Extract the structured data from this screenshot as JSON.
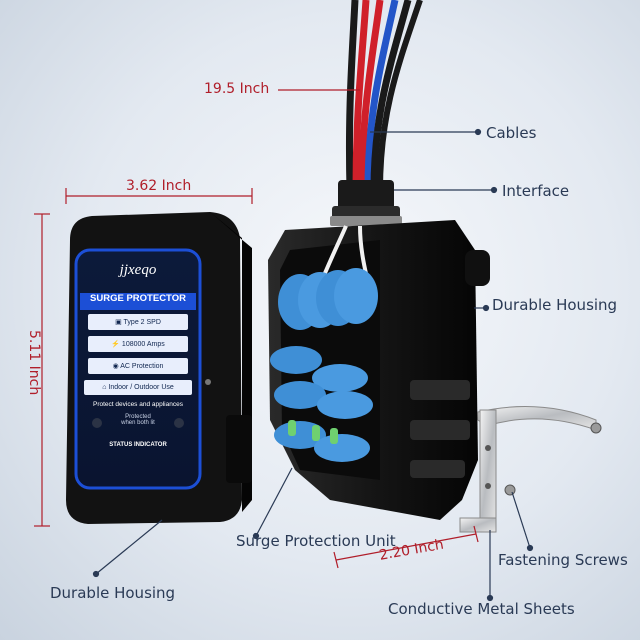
{
  "dimensions": {
    "cable_length": "19.5 Inch",
    "width": "3.62 Inch",
    "height": "5.11 Inch",
    "depth": "2.20 Inch"
  },
  "callouts": {
    "cables": "Cables",
    "interface": "Interface",
    "durable_housing_right": "Durable Housing",
    "durable_housing_left": "Durable Housing",
    "surge_protection_unit": "Surge Protection Unit",
    "fastening_screws": "Fastening Screws",
    "conductive_metal_sheets": "Conductive Metal Sheets"
  },
  "front_panel": {
    "brand": "jjxeqo",
    "title": "SURGE PROTECTOR",
    "features": [
      "Type 2 SPD",
      "108000 Amps",
      "AC Protection",
      "Indoor / Outdoor Use"
    ],
    "protect_text": "Protect devices and appliances",
    "protected_text": "Protected",
    "when_lit_text": "when both lit",
    "status_indicator": "STATUS INDICATOR"
  },
  "colors": {
    "label_text": "#2a3a55",
    "dimension_text": "#b01e2a",
    "housing": "#141414",
    "panel_blue": "#1c4fd6",
    "varistor_blue": "#3f8fd6",
    "wire_red": "#d0202a",
    "wire_blue": "#2355c8",
    "wire_white": "#f2f2f2"
  }
}
